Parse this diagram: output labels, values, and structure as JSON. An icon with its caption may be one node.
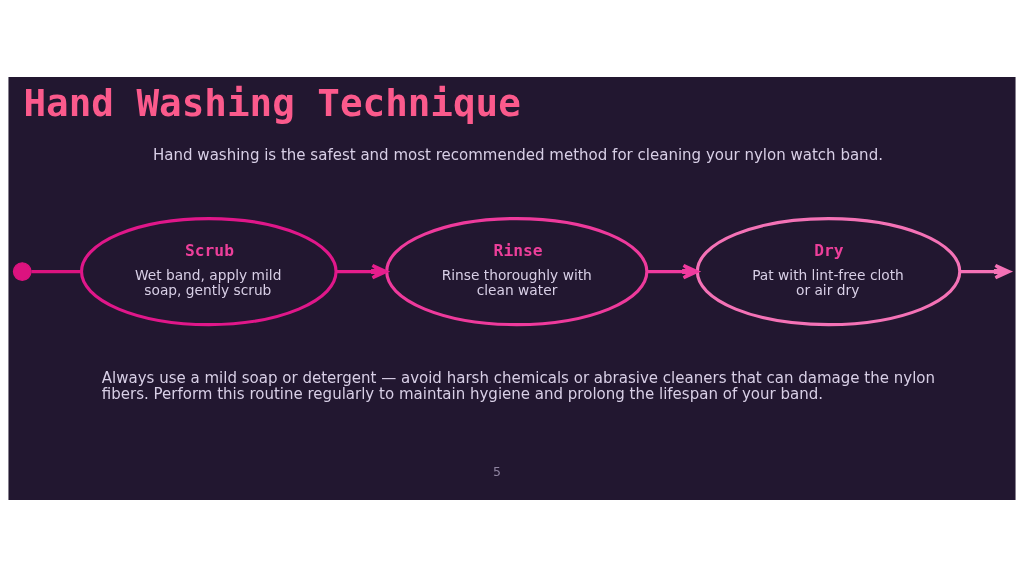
{
  "diagram": {
    "title": "Hand Washing Technique",
    "nodes": [
      {
        "text": [],
        "shape": "circle"
      },
      {
        "text": [
          "Scrub",
          "Wet band, apply mild soap, gently scrub"
        ]
      },
      {
        "text": [
          "Rinse",
          "Rinse thoroughly with clean water"
        ]
      },
      {
        "text": [
          "Dry",
          "Pat with lint-free cloth or air dry"
        ]
      }
    ],
    "edges": [
      {
        "from": 0,
        "to": 1,
        "arrow": "none",
        "color": "#dc137f"
      },
      {
        "from": 1,
        "to": 2,
        "arrow": "to",
        "color": "#e61d8c"
      },
      {
        "from": 2,
        "to": 3,
        "arrow": "to",
        "color": "#f03a9e"
      },
      {
        "from": 3,
        "to": null,
        "arrow": "to",
        "color": "#f472b6"
      }
    ],
    "labels": [
      "Hand washing is the safest and most recommended method for cleaning your nylon watch band.",
      "Always use a mild soap or detergent — avoid harsh chemicals or abrasive cleaners that can damage the nylon fibers. Perform this routine regularly to maintain hygiene and prolong the lifespan of your band.",
      "5"
    ]
  }
}
